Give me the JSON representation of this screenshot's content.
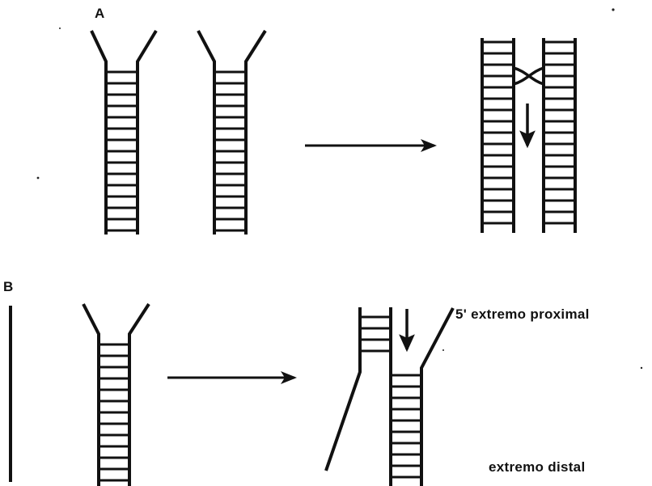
{
  "panels": {
    "a": {
      "label": "A"
    },
    "b": {
      "label": "B"
    }
  },
  "annotations": {
    "five_prime_end": "5' extremo proximal",
    "distal_end": "extremo distal"
  },
  "colors": {
    "ink": "#111111",
    "background": "#ffffff"
  }
}
